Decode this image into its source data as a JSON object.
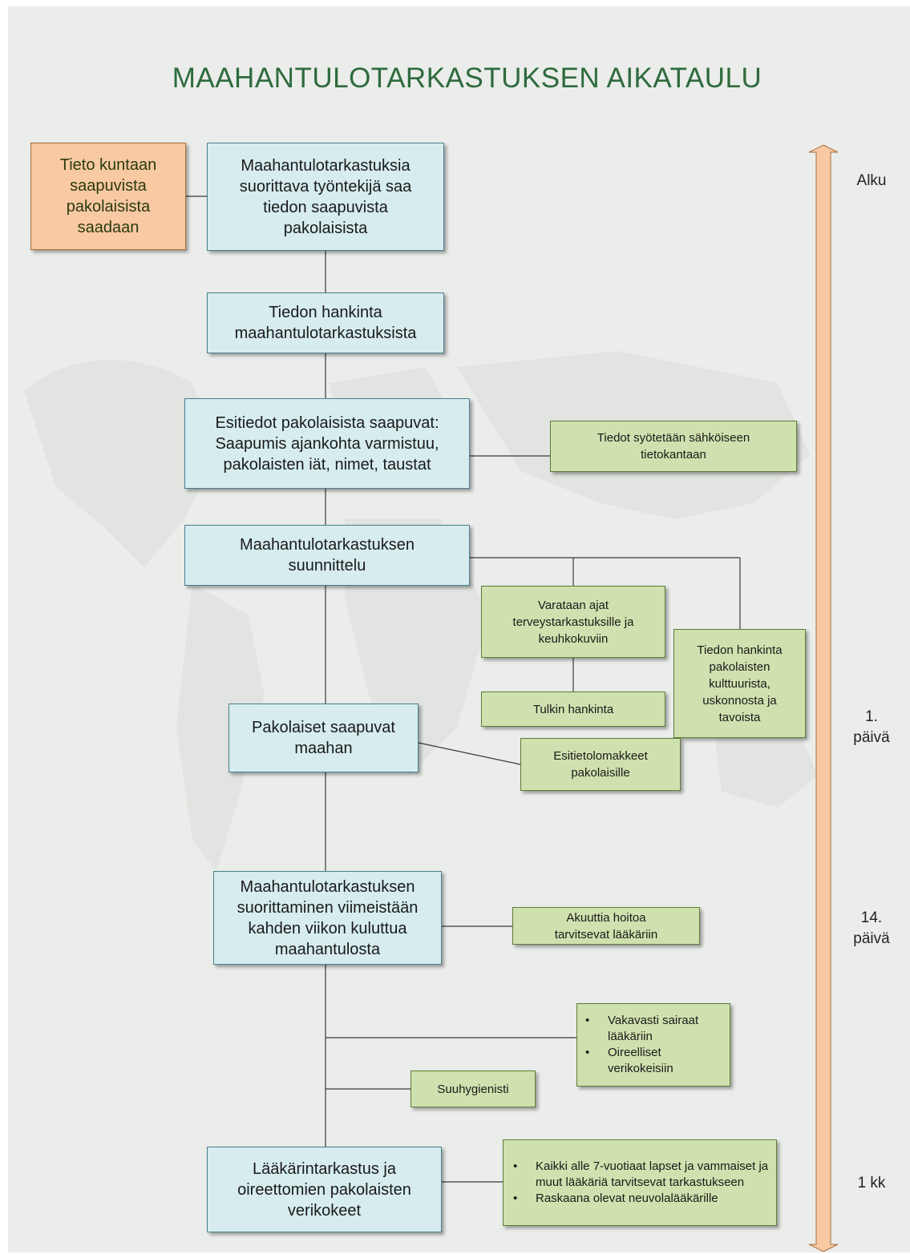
{
  "title": "MAAHANTULOTARKASTUKSEN AIKATAULU",
  "colors": {
    "background": "#ebedea",
    "title": "#2e6b3e",
    "main_box": "#d6ecee",
    "side_box": "#cfe1ae",
    "info_box": "#f8c9a2",
    "timeline_arrow": "#f8c9a2"
  },
  "info_box": "Tieto kuntaan\nsaapuvista\npakolaisista\nsaadaan",
  "main_steps": [
    "Maahantulotarkastuksia\nsuorittava työntekijä saa\ntiedon saapuvista\npakolaisista",
    "Tiedon hankinta\nmaahantulotarkastuksista",
    "Esitiedot pakolaisista saapuvat:\nSaapumis ajankohta varmistuu,\npakolaisten iät, nimet, taustat",
    "Maahantulotarkastuksen\nsuunnittelu",
    "Pakolaiset saapuvat\nmaahan",
    "Maahantulotarkastuksen\nsuorittaminen viimeistään\nkahden viikon kuluttua\nmaahantulosta",
    "Lääkärintarkastus ja\noireettomien pakolaisten\nverikokeet"
  ],
  "side_tasks": {
    "database": "Tiedot syötetään sähköiseen\ntietokantaan",
    "appointments": "Varataan ajat\nterveystarkastuksille ja\nkeuhkokuviin",
    "interpreter": "Tulkin hankinta",
    "culture": "Tiedon hankinta\npakolaisten\nkulttuurista,\nuskonnosta ja\ntavoista",
    "forms": "Esitietolomakkeet\npakolaisille",
    "acute": "Akuuttia hoitoa\ntarvitsevat lääkäriin",
    "sick_list": [
      "Vakavasti sairaat lääkäriin",
      "Oireelliset verikokeisiin"
    ],
    "dental": "Suuhygienisti",
    "children_list": [
      "Kaikki alle 7-vuotiaat lapset ja vammaiset ja muut lääkäriä tarvitsevat tarkastukseen",
      "Raskaana olevat neuvolalääkärille"
    ]
  },
  "timeline_labels": [
    "Alku",
    "1.\npäivä",
    "14.\npäivä",
    "1 kk"
  ]
}
